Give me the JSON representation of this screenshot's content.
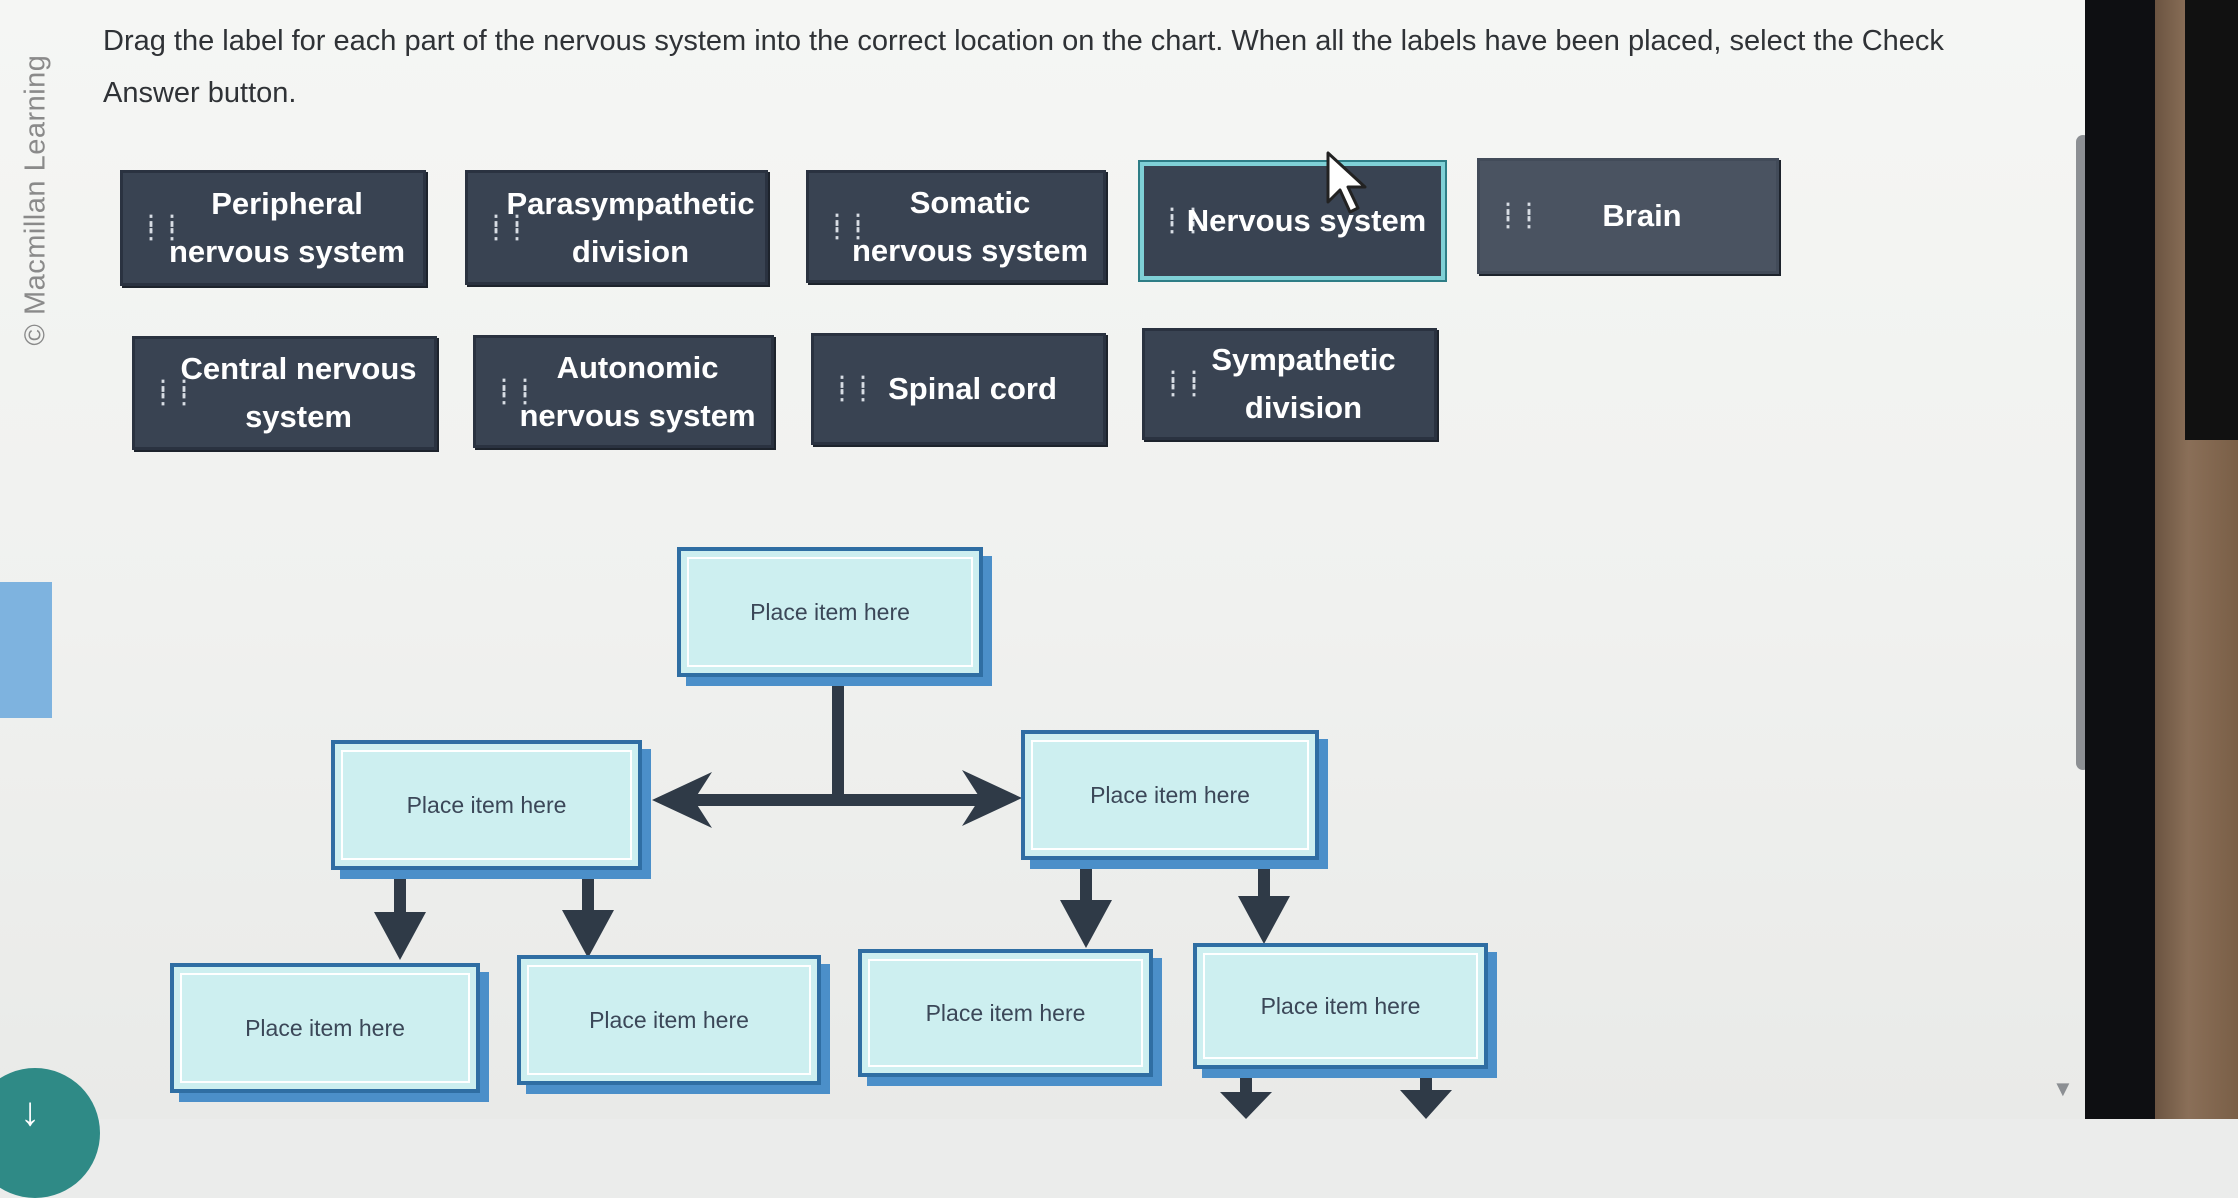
{
  "brand": {
    "vertical_text": "© Macmillan Learning"
  },
  "instructions": "Drag the label for each part of the nervous system into the correct location on the chart. When all the labels have been placed, select the Check Answer button.",
  "labels": [
    {
      "text": "Peripheral nervous system"
    },
    {
      "text": "Parasympathetic division"
    },
    {
      "text": "Somatic nervous system"
    },
    {
      "text": "Nervous system"
    },
    {
      "text": "Brain"
    },
    {
      "text": "Central nervous system"
    },
    {
      "text": "Autonomic nervous system"
    },
    {
      "text": "Spinal cord"
    },
    {
      "text": "Sympathetic division"
    }
  ],
  "drop_zones": [
    {
      "placeholder": "Place item here"
    },
    {
      "placeholder": "Place item here"
    },
    {
      "placeholder": "Place item here"
    },
    {
      "placeholder": "Place item here"
    },
    {
      "placeholder": "Place item here"
    },
    {
      "placeholder": "Place item here"
    },
    {
      "placeholder": "Place item here"
    }
  ],
  "colors": {
    "tile_bg": "#394352",
    "drop_bg": "#cdeff0",
    "drop_border": "#2f6ea3",
    "connector": "#2f3a47",
    "accent": "#7eb3df"
  },
  "icons": [
    "drag-handle-icon",
    "mouse-pointer-icon",
    "scroll-down-icon"
  ]
}
